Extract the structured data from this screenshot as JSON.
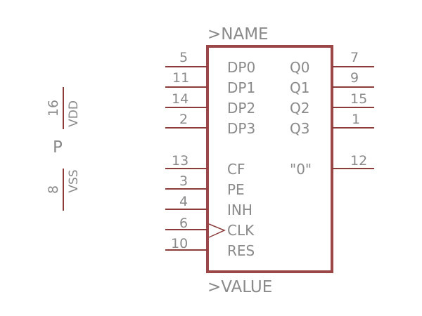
{
  "symbol": {
    "name_label": ">NAME",
    "value_label": ">VALUE",
    "accent_color": "#9b4747"
  },
  "left_pins": [
    {
      "pin": "5",
      "signal": "DP0"
    },
    {
      "pin": "11",
      "signal": "DP1"
    },
    {
      "pin": "14",
      "signal": "DP2"
    },
    {
      "pin": "2",
      "signal": "DP3"
    },
    {
      "pin": "13",
      "signal": "CF"
    },
    {
      "pin": "3",
      "signal": "PE"
    },
    {
      "pin": "4",
      "signal": "INH"
    },
    {
      "pin": "6",
      "signal": "CLK"
    },
    {
      "pin": "10",
      "signal": "RES"
    }
  ],
  "right_pins": [
    {
      "pin": "7",
      "signal": "Q0"
    },
    {
      "pin": "9",
      "signal": "Q1"
    },
    {
      "pin": "15",
      "signal": "Q2"
    },
    {
      "pin": "1",
      "signal": "Q3"
    },
    {
      "pin": "12",
      "signal": "\"0\""
    }
  ],
  "power": {
    "part_label": "P",
    "vdd": {
      "pin": "16",
      "signal": "VDD"
    },
    "vss": {
      "pin": "8",
      "signal": "VSS"
    }
  }
}
